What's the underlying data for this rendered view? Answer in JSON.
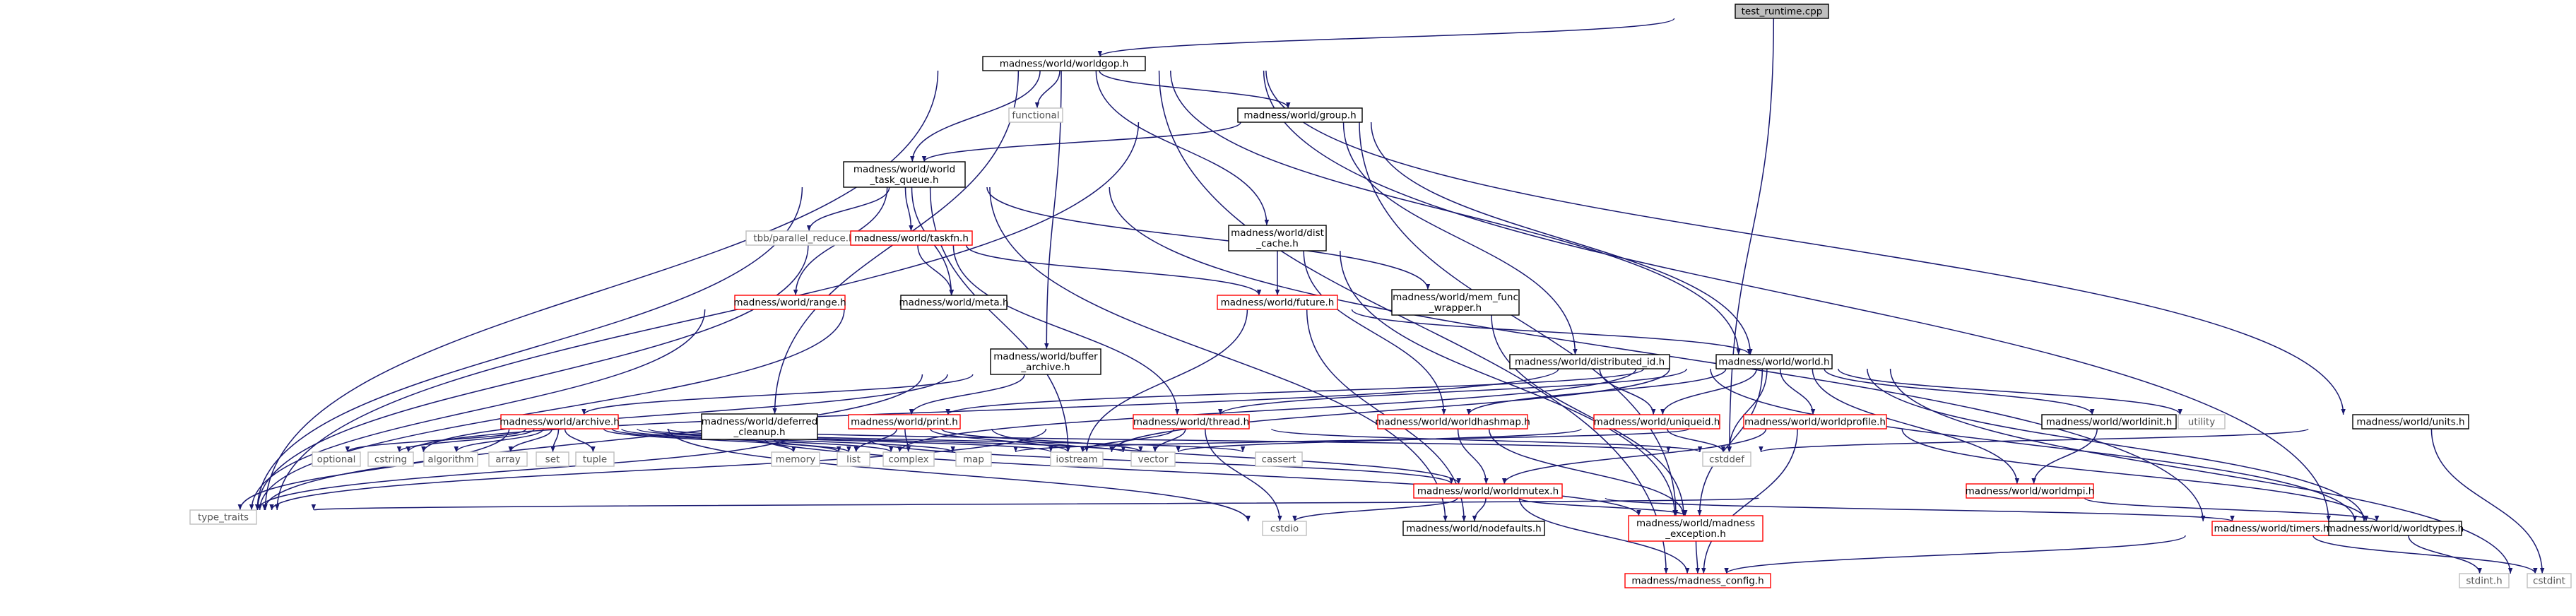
{
  "colors": {
    "edge": "#191970",
    "root_fill": "#bfbfbf",
    "root_stroke": "#000000",
    "header_stroke": "#000000",
    "header_incomplete_stroke": "#ff0000",
    "system_stroke": "#bfbfbf",
    "text": "#000000",
    "system_text": "#555555",
    "background": "#ffffff"
  },
  "nodes": {
    "test_runtime": {
      "lines": [
        "test_runtime.cpp"
      ],
      "kind": "root"
    },
    "worldgop": {
      "lines": [
        "madness/world/worldgop.h"
      ],
      "kind": "header"
    },
    "functional": {
      "lines": [
        "functional"
      ],
      "kind": "system"
    },
    "group": {
      "lines": [
        "madness/world/group.h"
      ],
      "kind": "header"
    },
    "world_task_queue": {
      "lines": [
        "madness/world/world",
        "_task_queue.h"
      ],
      "kind": "header"
    },
    "tbb_parallel": {
      "lines": [
        "tbb/parallel_reduce.h"
      ],
      "kind": "system"
    },
    "taskfn": {
      "lines": [
        "madness/world/taskfn.h"
      ],
      "kind": "incomplete"
    },
    "dist_cache": {
      "lines": [
        "madness/world/dist",
        "_cache.h"
      ],
      "kind": "header"
    },
    "range": {
      "lines": [
        "madness/world/range.h"
      ],
      "kind": "incomplete"
    },
    "meta": {
      "lines": [
        "madness/world/meta.h"
      ],
      "kind": "header"
    },
    "future": {
      "lines": [
        "madness/world/future.h"
      ],
      "kind": "incomplete"
    },
    "mem_func_wrapper": {
      "lines": [
        "madness/world/mem_func",
        "_wrapper.h"
      ],
      "kind": "header"
    },
    "buffer_archive": {
      "lines": [
        "madness/world/buffer",
        "_archive.h"
      ],
      "kind": "header"
    },
    "distributed_id": {
      "lines": [
        "madness/world/distributed_id.h"
      ],
      "kind": "header"
    },
    "world": {
      "lines": [
        "madness/world/world.h"
      ],
      "kind": "header"
    },
    "archive": {
      "lines": [
        "madness/world/archive.h"
      ],
      "kind": "incomplete"
    },
    "deferred_cleanup": {
      "lines": [
        "madness/world/deferred",
        "_cleanup.h"
      ],
      "kind": "header"
    },
    "print": {
      "lines": [
        "madness/world/print.h"
      ],
      "kind": "incomplete"
    },
    "thread": {
      "lines": [
        "madness/world/thread.h"
      ],
      "kind": "incomplete"
    },
    "worldhashmap": {
      "lines": [
        "madness/world/worldhashmap.h"
      ],
      "kind": "incomplete"
    },
    "uniqueid": {
      "lines": [
        "madness/world/uniqueid.h"
      ],
      "kind": "incomplete"
    },
    "worldprofile": {
      "lines": [
        "madness/world/worldprofile.h"
      ],
      "kind": "incomplete"
    },
    "worldinit": {
      "lines": [
        "madness/world/worldinit.h"
      ],
      "kind": "header"
    },
    "utility": {
      "lines": [
        "utility"
      ],
      "kind": "system"
    },
    "units": {
      "lines": [
        "madness/world/units.h"
      ],
      "kind": "header"
    },
    "optional": {
      "lines": [
        "optional"
      ],
      "kind": "system"
    },
    "cstring": {
      "lines": [
        "cstring"
      ],
      "kind": "system"
    },
    "algorithm": {
      "lines": [
        "algorithm"
      ],
      "kind": "system"
    },
    "array": {
      "lines": [
        "array"
      ],
      "kind": "system"
    },
    "set": {
      "lines": [
        "set"
      ],
      "kind": "system"
    },
    "tuple": {
      "lines": [
        "tuple"
      ],
      "kind": "system"
    },
    "memory": {
      "lines": [
        "memory"
      ],
      "kind": "system"
    },
    "list": {
      "lines": [
        "list"
      ],
      "kind": "system"
    },
    "complex": {
      "lines": [
        "complex"
      ],
      "kind": "system"
    },
    "map": {
      "lines": [
        "map"
      ],
      "kind": "system"
    },
    "iostream": {
      "lines": [
        "iostream"
      ],
      "kind": "system"
    },
    "vector": {
      "lines": [
        "vector"
      ],
      "kind": "system"
    },
    "cassert": {
      "lines": [
        "cassert"
      ],
      "kind": "system"
    },
    "cstddef": {
      "lines": [
        "cstddef"
      ],
      "kind": "system"
    },
    "worldmutex": {
      "lines": [
        "madness/world/worldmutex.h"
      ],
      "kind": "incomplete"
    },
    "worldmpi": {
      "lines": [
        "madness/world/worldmpi.h"
      ],
      "kind": "incomplete"
    },
    "type_traits": {
      "lines": [
        "type_traits"
      ],
      "kind": "system"
    },
    "cstdio": {
      "lines": [
        "cstdio"
      ],
      "kind": "system"
    },
    "nodefaults": {
      "lines": [
        "madness/world/nodefaults.h"
      ],
      "kind": "header"
    },
    "madness_exception": {
      "lines": [
        "madness/world/madness",
        "_exception.h"
      ],
      "kind": "incomplete"
    },
    "timers": {
      "lines": [
        "madness/world/timers.h"
      ],
      "kind": "incomplete"
    },
    "worldtypes": {
      "lines": [
        "madness/world/worldtypes.h"
      ],
      "kind": "header"
    },
    "stdint_h": {
      "lines": [
        "stdint.h"
      ],
      "kind": "system"
    },
    "cstdint": {
      "lines": [
        "cstdint"
      ],
      "kind": "system"
    },
    "madness_config": {
      "lines": [
        "madness/madness_config.h"
      ],
      "kind": "incomplete"
    }
  },
  "edges": [
    [
      "test_runtime",
      "worldgop"
    ],
    [
      "test_runtime",
      "cstddef"
    ],
    [
      "worldgop",
      "functional"
    ],
    [
      "worldgop",
      "group"
    ],
    [
      "worldgop",
      "world_task_queue"
    ],
    [
      "worldgop",
      "dist_cache"
    ],
    [
      "worldgop",
      "buffer_archive"
    ],
    [
      "worldgop",
      "deferred_cleanup"
    ],
    [
      "worldgop",
      "world"
    ],
    [
      "worldgop",
      "units"
    ],
    [
      "worldgop",
      "worldtypes"
    ],
    [
      "worldgop",
      "type_traits"
    ],
    [
      "worldgop",
      "madness_config"
    ],
    [
      "group",
      "world_task_queue"
    ],
    [
      "group",
      "distributed_id"
    ],
    [
      "group",
      "world"
    ],
    [
      "group",
      "madness_exception"
    ],
    [
      "group",
      "type_traits"
    ],
    [
      "world_task_queue",
      "tbb_parallel"
    ],
    [
      "world_task_queue",
      "taskfn"
    ],
    [
      "world_task_queue",
      "range"
    ],
    [
      "world_task_queue",
      "meta"
    ],
    [
      "world_task_queue",
      "mem_func_wrapper"
    ],
    [
      "world_task_queue",
      "nodefaults"
    ],
    [
      "world_task_queue",
      "iostream"
    ],
    [
      "world_task_queue",
      "type_traits"
    ],
    [
      "world_task_queue",
      "timers"
    ],
    [
      "taskfn",
      "future"
    ],
    [
      "taskfn",
      "meta"
    ],
    [
      "taskfn",
      "thread"
    ],
    [
      "taskfn",
      "type_traits"
    ],
    [
      "range",
      "type_traits"
    ],
    [
      "meta",
      "type_traits"
    ],
    [
      "dist_cache",
      "future"
    ],
    [
      "dist_cache",
      "worldhashmap"
    ],
    [
      "dist_cache",
      "madness_exception"
    ],
    [
      "future",
      "world"
    ],
    [
      "future",
      "iostream"
    ],
    [
      "future",
      "nodefaults"
    ],
    [
      "mem_func_wrapper",
      "madness_exception"
    ],
    [
      "buffer_archive",
      "archive"
    ],
    [
      "buffer_archive",
      "print"
    ],
    [
      "buffer_archive",
      "cstring"
    ],
    [
      "buffer_archive",
      "type_traits"
    ],
    [
      "distributed_id",
      "uniqueid"
    ],
    [
      "distributed_id",
      "worldtypes"
    ],
    [
      "world",
      "optional"
    ],
    [
      "world",
      "list"
    ],
    [
      "world",
      "iostream"
    ],
    [
      "world",
      "print"
    ],
    [
      "world",
      "thread"
    ],
    [
      "world",
      "worldhashmap"
    ],
    [
      "world",
      "uniqueid"
    ],
    [
      "world",
      "worldprofile"
    ],
    [
      "world",
      "worldinit"
    ],
    [
      "world",
      "utility"
    ],
    [
      "world",
      "cstddef"
    ],
    [
      "world",
      "cstdint"
    ],
    [
      "world",
      "worldmpi"
    ],
    [
      "world",
      "madness_exception"
    ],
    [
      "world",
      "worldtypes"
    ],
    [
      "archive",
      "optional"
    ],
    [
      "archive",
      "cstring"
    ],
    [
      "archive",
      "algorithm"
    ],
    [
      "archive",
      "array"
    ],
    [
      "archive",
      "set"
    ],
    [
      "archive",
      "tuple"
    ],
    [
      "archive",
      "list"
    ],
    [
      "archive",
      "complex"
    ],
    [
      "archive",
      "map"
    ],
    [
      "archive",
      "iostream"
    ],
    [
      "archive",
      "vector"
    ],
    [
      "archive",
      "cassert"
    ],
    [
      "archive",
      "cstddef"
    ],
    [
      "archive",
      "type_traits"
    ],
    [
      "archive",
      "cstdio"
    ],
    [
      "archive",
      "madness_exception"
    ],
    [
      "deferred_cleanup",
      "memory"
    ],
    [
      "deferred_cleanup",
      "list"
    ],
    [
      "deferred_cleanup",
      "worldmutex"
    ],
    [
      "print",
      "list"
    ],
    [
      "print",
      "complex"
    ],
    [
      "print",
      "iostream"
    ],
    [
      "print",
      "vector"
    ],
    [
      "print",
      "worldmutex"
    ],
    [
      "print",
      "type_traits"
    ],
    [
      "thread",
      "iostream"
    ],
    [
      "thread",
      "vector"
    ],
    [
      "thread",
      "cstddef"
    ],
    [
      "thread",
      "cstdio"
    ],
    [
      "thread",
      "type_traits"
    ],
    [
      "worldhashmap",
      "worldmutex"
    ],
    [
      "worldhashmap",
      "madness_exception"
    ],
    [
      "uniqueid",
      "cstddef"
    ],
    [
      "uniqueid",
      "vector"
    ],
    [
      "worldprofile",
      "worldmutex"
    ],
    [
      "worldprofile",
      "madness_config"
    ],
    [
      "worldprofile",
      "worldtypes"
    ],
    [
      "worldprofile",
      "map"
    ],
    [
      "worldinit",
      "worldmpi"
    ],
    [
      "units",
      "cstdint"
    ],
    [
      "units",
      "cstddef"
    ],
    [
      "worldmpi",
      "type_traits"
    ],
    [
      "worldmpi",
      "worldtypes"
    ],
    [
      "worldmutex",
      "cstdio"
    ],
    [
      "worldmutex",
      "nodefaults"
    ],
    [
      "worldmutex",
      "madness_exception"
    ],
    [
      "worldmutex",
      "timers"
    ],
    [
      "worldmutex",
      "madness_config"
    ],
    [
      "madness_exception",
      "madness_config"
    ],
    [
      "timers",
      "madness_config"
    ],
    [
      "timers",
      "cstdint"
    ],
    [
      "worldtypes",
      "stdint_h"
    ]
  ]
}
